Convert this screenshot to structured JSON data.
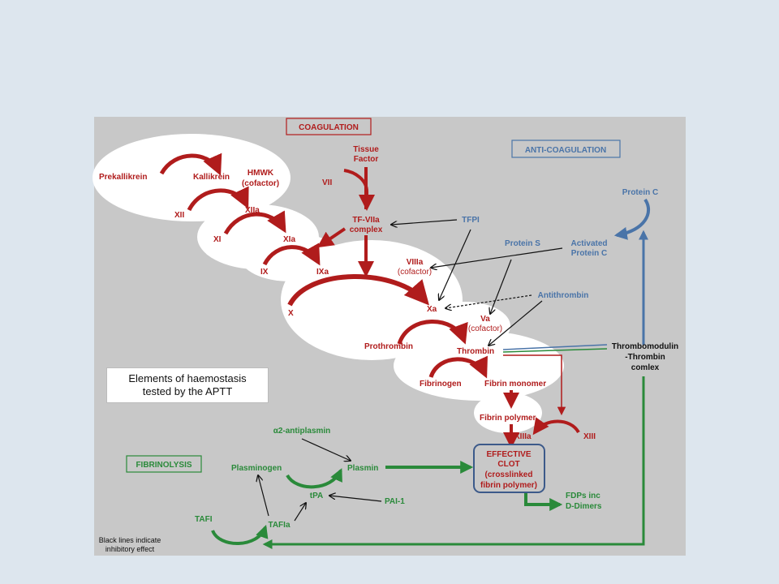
{
  "headers": {
    "coagulation": "COAGULATION",
    "anticoagulation": "ANTI-COAGULATION",
    "fibrinolysis": "FIBRINOLYSIS"
  },
  "colors": {
    "coagulation": "#b01c1c",
    "anticoagulation": "#4a74a8",
    "fibrinolysis": "#2a8a3a",
    "inhibitory": "#111111"
  },
  "nodes": {
    "prekallikrein": "Prekallikrein",
    "kallikrein": "Kallikrein",
    "hmwk_1": "HMWK",
    "hmwk_2": "(cofactor)",
    "xii": "XII",
    "xiia": "XIIa",
    "xi": "XI",
    "xia": "XIa",
    "ix": "IX",
    "ixa": "IXa",
    "tissue_factor_1": "Tissue",
    "tissue_factor_2": "Factor",
    "vii": "VII",
    "tf_viia_1": "TF-VIIa",
    "tf_viia_2": "complex",
    "viiia_1": "VIIIa",
    "viiia_2": "(cofactor)",
    "x": "X",
    "xa": "Xa",
    "va_1": "Va",
    "va_2": "(cofactor)",
    "prothrombin": "Prothrombin",
    "thrombin": "Thrombin",
    "fibrinogen": "Fibrinogen",
    "fibrin_monomer": "Fibrin monomer",
    "fibrin_polymer": "Fibrin polymer",
    "xiiia": "XIIIa",
    "xiii": "XIII",
    "effective_clot_1": "EFFECTIVE",
    "effective_clot_2": "CLOT",
    "effective_clot_3": "(crosslinked",
    "effective_clot_4": "fibrin polymer)",
    "tfpi": "TFPI",
    "protein_s": "Protein S",
    "activated_protein_c_1": "Activated",
    "activated_protein_c_2": "Protein C",
    "protein_c": "Protein C",
    "antithrombin": "Antithrombin",
    "thrombomodulin_1": "Thrombomodulin",
    "thrombomodulin_2": "-Thrombin",
    "thrombomodulin_3": "comlex",
    "a2_antiplasmin": "α2-antiplasmin",
    "plasminogen": "Plasminogen",
    "plasmin": "Plasmin",
    "tpa": "tPA",
    "pai1": "PAI-1",
    "tafi": "TAFI",
    "tafia": "TAFIa",
    "fdps_1": "FDPs inc",
    "fdps_2": "D-Dimers"
  },
  "aptt_box": {
    "line1": "Elements of haemostasis",
    "line2": "tested by the APTT"
  },
  "note": {
    "line1": "Black lines indicate",
    "line2": "inhibitory effect"
  }
}
